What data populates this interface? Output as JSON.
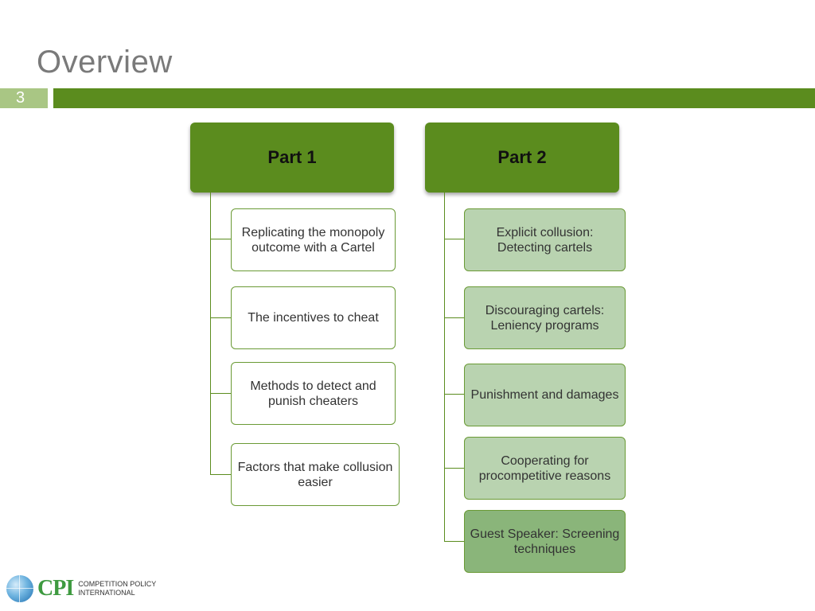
{
  "slide": {
    "title": "Overview",
    "number": "3"
  },
  "part1": {
    "header": "Part 1",
    "items": [
      "Replicating the monopoly outcome with a Cartel",
      "The incentives to cheat",
      "Methods to detect and punish cheaters",
      "Factors that make collusion easier"
    ]
  },
  "part2": {
    "header": "Part 2",
    "items": [
      "Explicit collusion: Detecting cartels",
      "Discouraging cartels: Leniency programs",
      "Punishment and damages",
      "Cooperating for procompetitive reasons",
      "Guest Speaker: Screening techniques"
    ]
  },
  "logo": {
    "mark": "CPI",
    "line1": "COMPETITION POLICY",
    "line2": "INTERNATIONAL"
  },
  "colors": {
    "accent": "#5b8c1e",
    "accent_light": "#a9c684",
    "node_light": "#b9d3b0",
    "node_dark": "#8ab57a",
    "title_gray": "#7a7a7a"
  }
}
